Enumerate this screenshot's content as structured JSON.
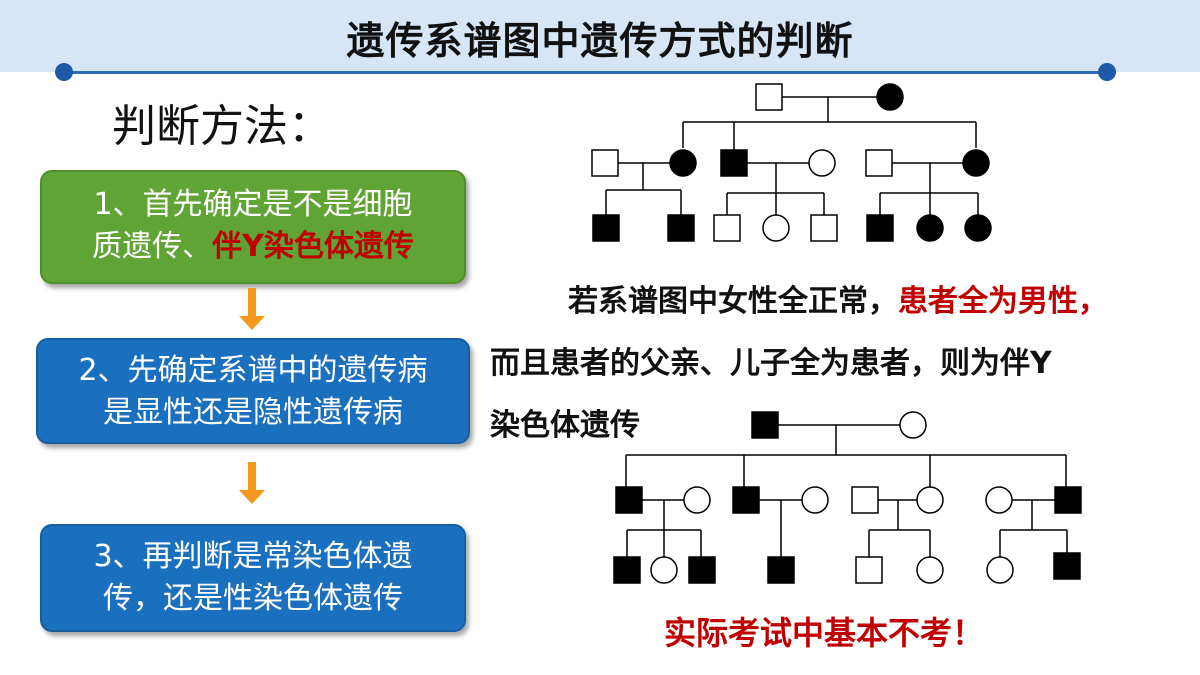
{
  "title": "遗传系谱图中遗传方式的判断",
  "method_label": "判断方法：",
  "steps": [
    {
      "line1": "1、首先确定是不是细胞",
      "line2_prefix": "质遗传、",
      "line2_highlight": "伴Y染色体遗传"
    },
    {
      "line1": "2、先确定系谱中的遗传病",
      "line2": "是显性还是隐性遗传病"
    },
    {
      "line1": "3、再判断是常染色体遗",
      "line2": "传，还是性染色体遗传"
    }
  ],
  "rule": {
    "line1_prefix": "若系谱图中女性全正常，",
    "line1_highlight": "患者全为男性，",
    "line2": "而且患者的父亲、儿子全为患者，则为伴Y",
    "line3": "染色体遗传"
  },
  "exam_note": "实际考试中基本不考！",
  "colors": {
    "title_bar": "#d6e6f7",
    "green_box": "#5fa434",
    "blue_box": "#1b6fbf",
    "arrow": "#f39a1e",
    "highlight_red": "#c00000"
  }
}
